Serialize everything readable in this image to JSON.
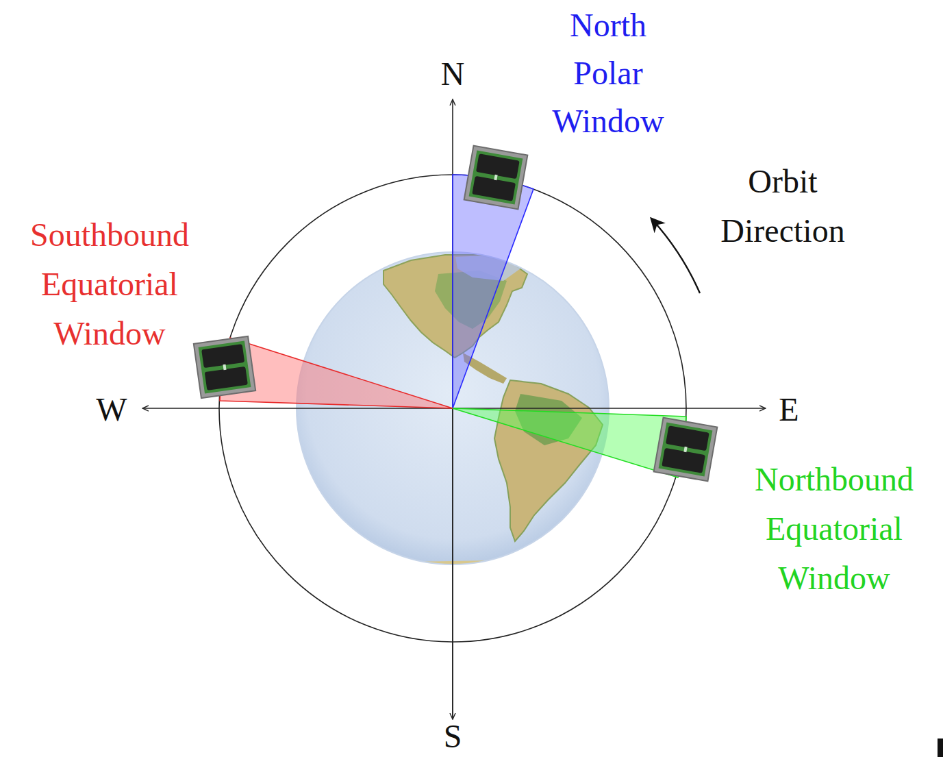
{
  "diagram": {
    "labels": [
      "N",
      "North Polar Window",
      "Orbit Direction",
      "Southbound Equatorial Window",
      "W",
      "E",
      "Northbound Equatorial Window",
      "S"
    ]
  }
}
